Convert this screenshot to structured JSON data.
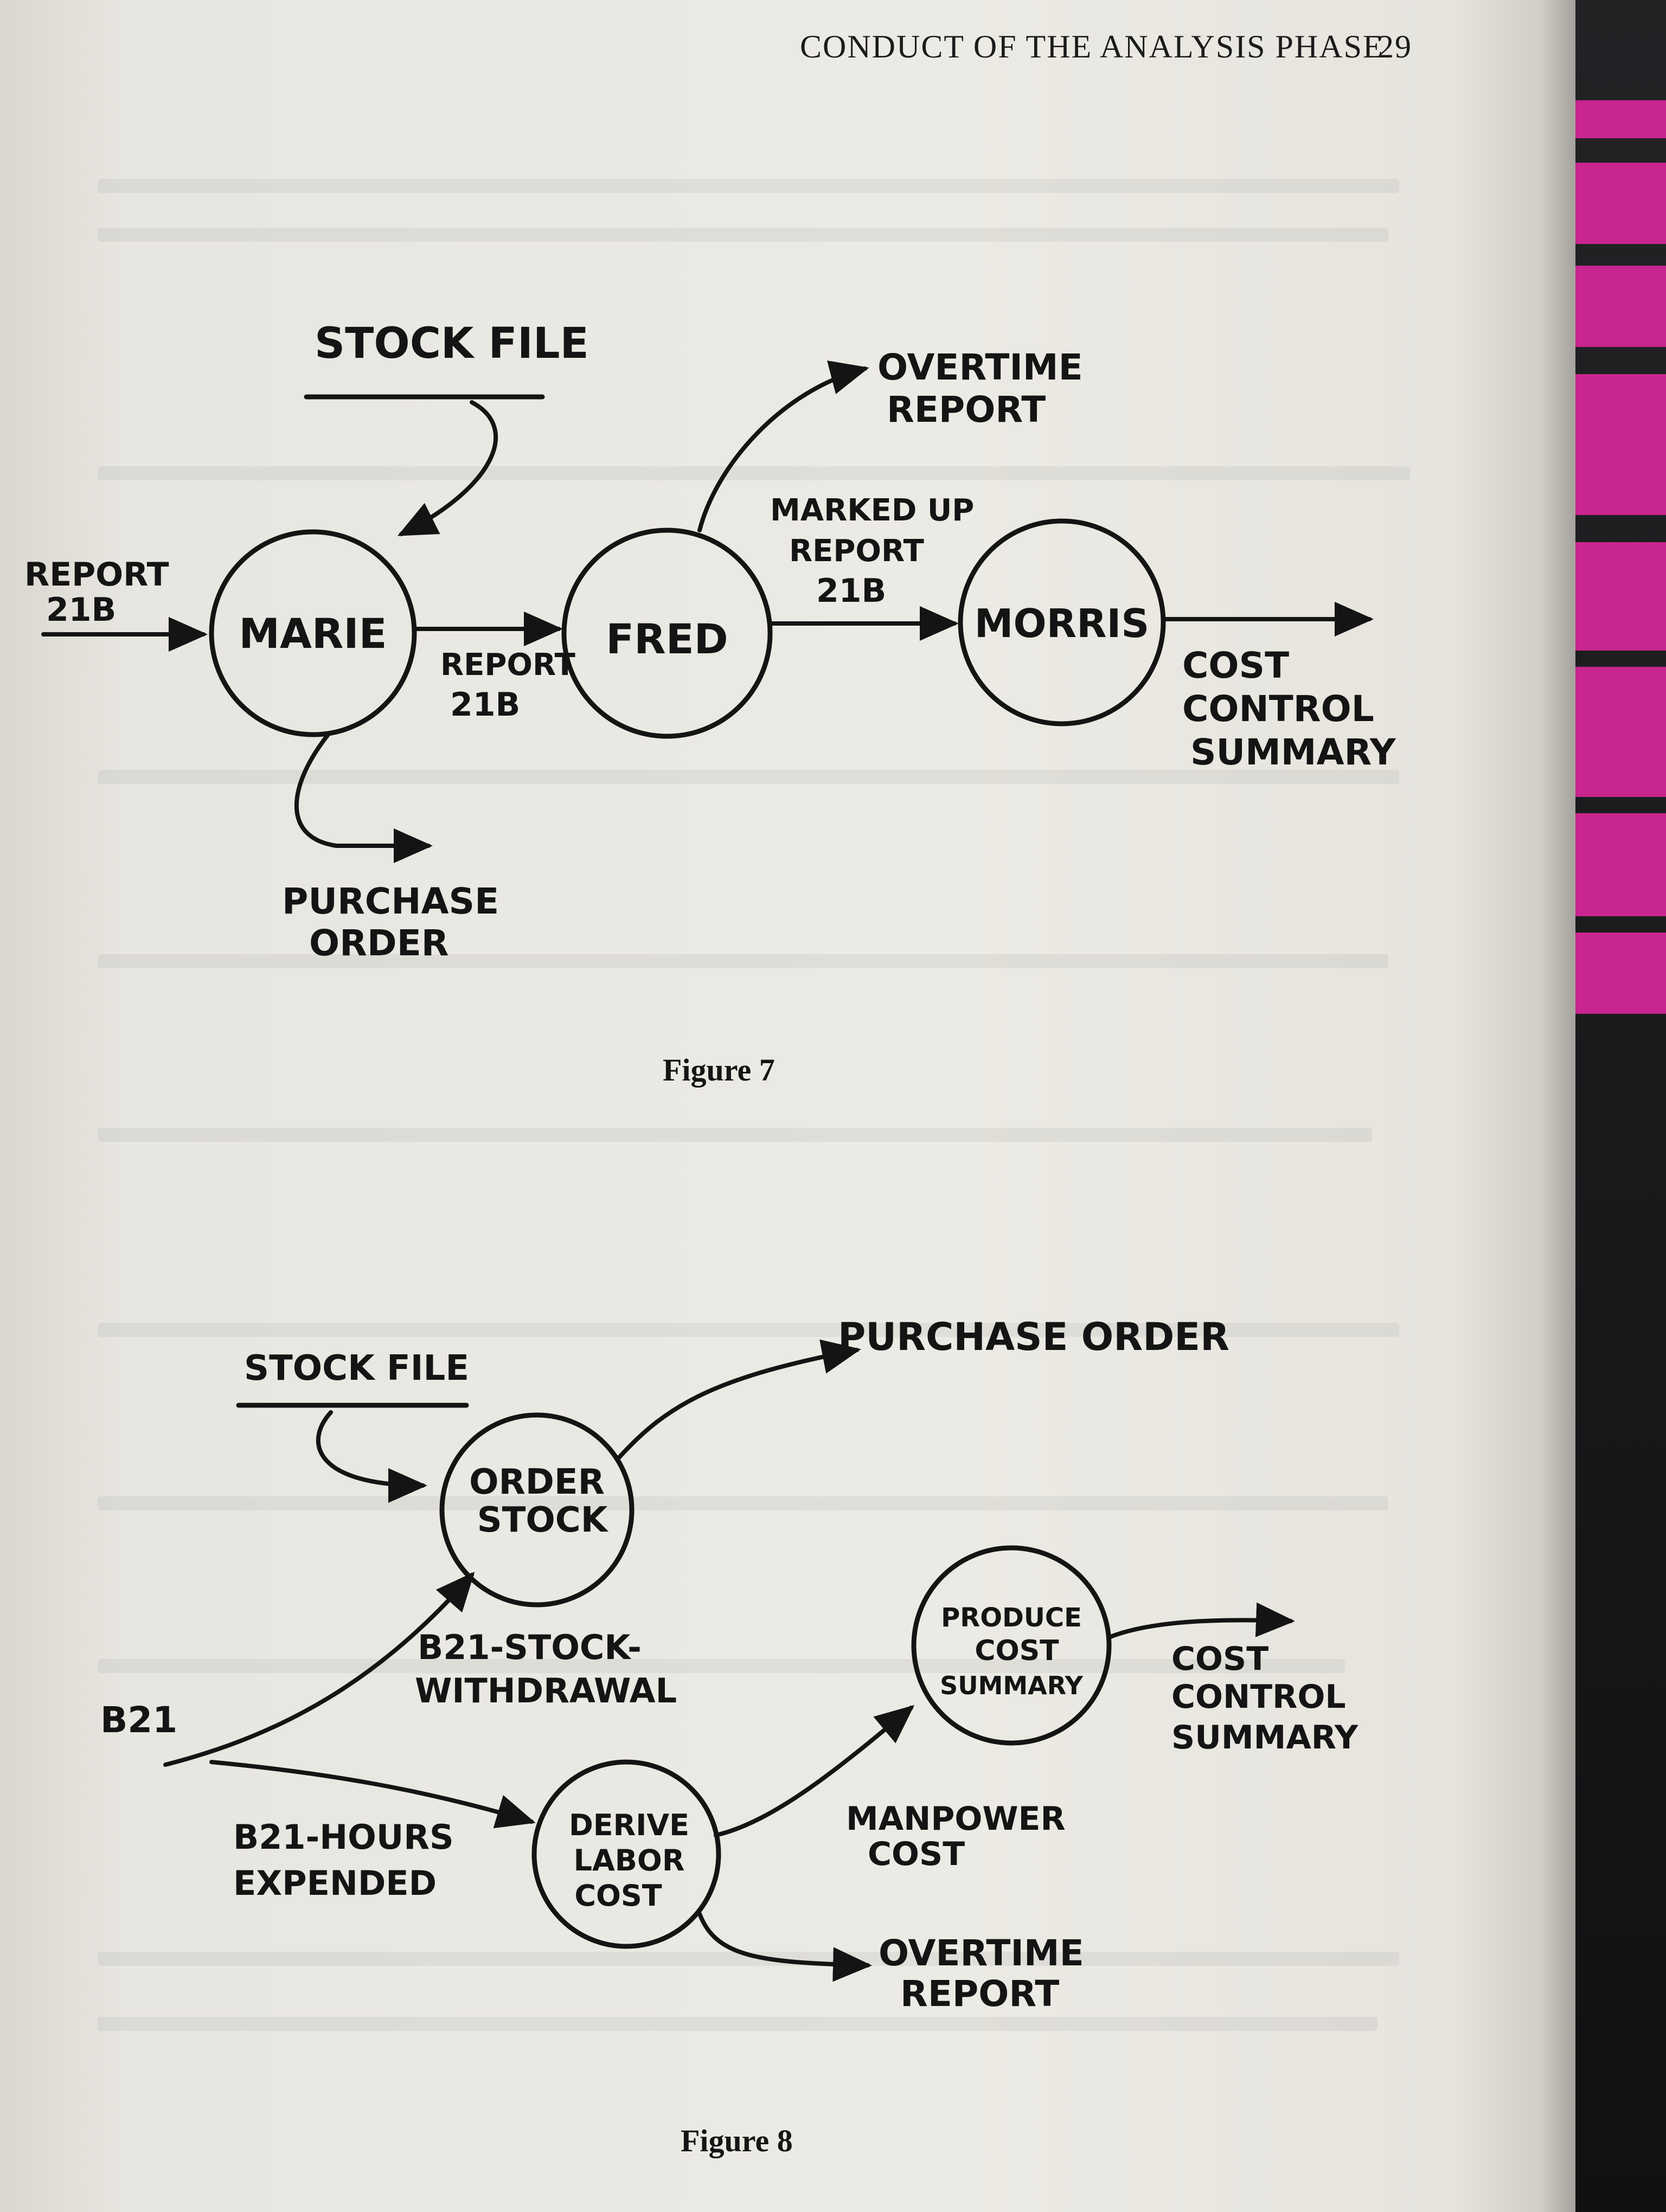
{
  "running_head": {
    "title": "CONDUCT OF THE ANALYSIS PHASE",
    "page_number": "29"
  },
  "figure7": {
    "caption": "Figure 7",
    "store_label": "STOCK FILE",
    "processes": {
      "marie": "MARIE",
      "fred": "FRED",
      "morris": "MORRIS"
    },
    "flows": {
      "input_report_line1": "REPORT",
      "input_report_line2": "21B",
      "marie_fred_line1": "REPORT",
      "marie_fred_line2": "21B",
      "fred_morris_line1": "MARKED UP",
      "fred_morris_line2": "REPORT",
      "fred_morris_line3": "21B",
      "overtime_line1": "OVERTIME",
      "overtime_line2": "REPORT",
      "cost_line1": "COST",
      "cost_line2": "CONTROL",
      "cost_line3": "SUMMARY",
      "purchase_line1": "PURCHASE",
      "purchase_line2": "ORDER"
    }
  },
  "figure8": {
    "caption": "Figure 8",
    "store_label": "STOCK FILE",
    "processes": {
      "order_line1": "ORDER",
      "order_line2": "STOCK",
      "produce_line1": "PRODUCE",
      "produce_line2": "COST",
      "produce_line3": "SUMMARY",
      "derive_line1": "DERIVE",
      "derive_line2": "LABOR",
      "derive_line3": "COST"
    },
    "flows": {
      "source": "B21",
      "purchase_order": "PURCHASE ORDER",
      "withdrawal_line1": "B21-STOCK-",
      "withdrawal_line2": "WITHDRAWAL",
      "hours_line1": "B21-HOURS",
      "hours_line2": "EXPENDED",
      "manpower_line1": "MANPOWER",
      "manpower_line2": "COST",
      "cost_line1": "COST",
      "cost_line2": "CONTROL",
      "cost_line3": "SUMMARY",
      "overtime_line1": "OVERTIME",
      "overtime_line2": "REPORT"
    }
  }
}
